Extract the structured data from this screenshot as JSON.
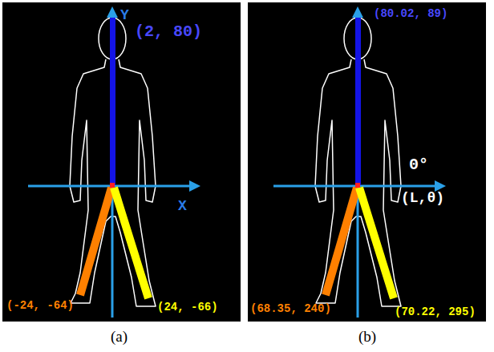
{
  "diagram": {
    "labels": [
      "Y",
      "(2, 80)",
      "X",
      "(-24, -64)",
      "(24, -66)",
      "(80.02, 89)",
      "0°",
      "(L,θ)",
      "(68.35, 240)",
      "(70.22, 295)",
      "(a)",
      "(b)"
    ]
  }
}
